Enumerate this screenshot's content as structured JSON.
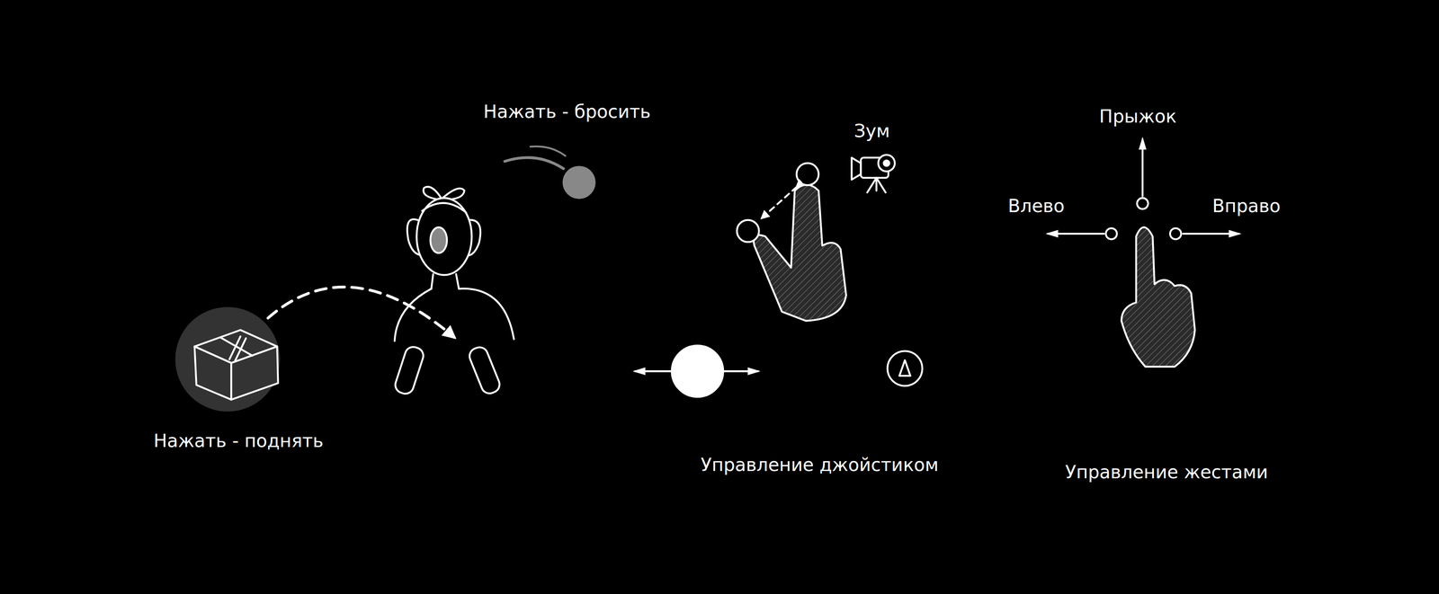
{
  "diagram": {
    "labels": [
      "Нажать - бросить",
      "Зум",
      "Прыжок",
      "Влево",
      "Вправо",
      "Нажать - поднять",
      "Управление джойстиком",
      "Управление жестами"
    ]
  }
}
